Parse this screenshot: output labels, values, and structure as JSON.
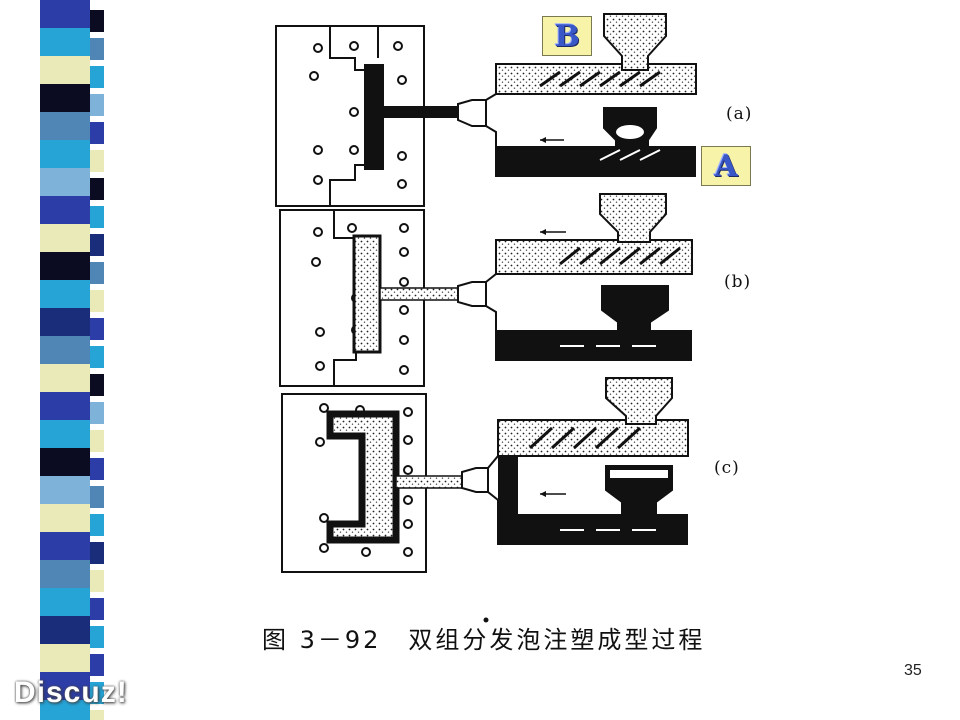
{
  "badges": {
    "b": "B",
    "a": "A"
  },
  "panel_labels": {
    "a": "(a)",
    "b": "(b)",
    "c": "(c)"
  },
  "caption": "图 3－92　双组分发泡注塑成型过程",
  "page_number": "35",
  "watermark": "Discuz!",
  "colors": {
    "stripe_palette": [
      "#2d3da8",
      "#26a4d6",
      "#e9eab8",
      "#0b0b22",
      "#4f86b5",
      "#7fb2d9",
      "#1a2d7a"
    ],
    "badge_fill": "#f7f3a8",
    "badge_text": "#3a57c8",
    "line_art": "#111111"
  },
  "icons": {
    "deco": "vertical-stripe-bar",
    "hopper": "hopper-icon",
    "screw": "screw-icon"
  }
}
